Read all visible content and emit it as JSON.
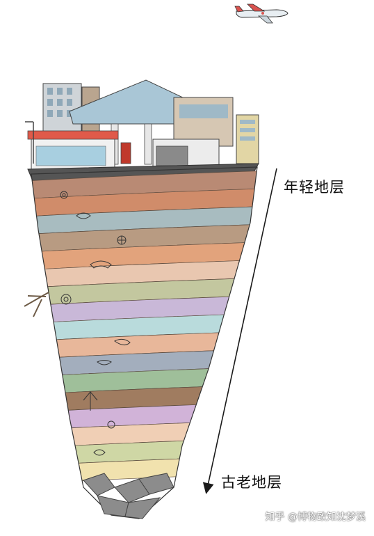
{
  "labels": {
    "young": "年轻地层",
    "old": "古老地层"
  },
  "watermark": "知乎 @博物致知沈梦溪",
  "colors": {
    "arrow": "#1a1a1a",
    "top_soil": "#555555",
    "strata": [
      "#b98a74",
      "#d08c6a",
      "#a8bcc0",
      "#b89b82",
      "#e2a37c",
      "#e9c7b0",
      "#c3c79f",
      "#c9b8d8",
      "#b9dbdc",
      "#e8b79a",
      "#a3aebd",
      "#9fbf9a",
      "#a07c60",
      "#d1b3d8",
      "#f0cfb5",
      "#cfd7a5",
      "#f1e2ae"
    ],
    "bedrock": "#8c8c8c"
  },
  "icons": [
    "airplane-icon",
    "shop-building",
    "gas-station",
    "office-building",
    "fossil-icon"
  ]
}
